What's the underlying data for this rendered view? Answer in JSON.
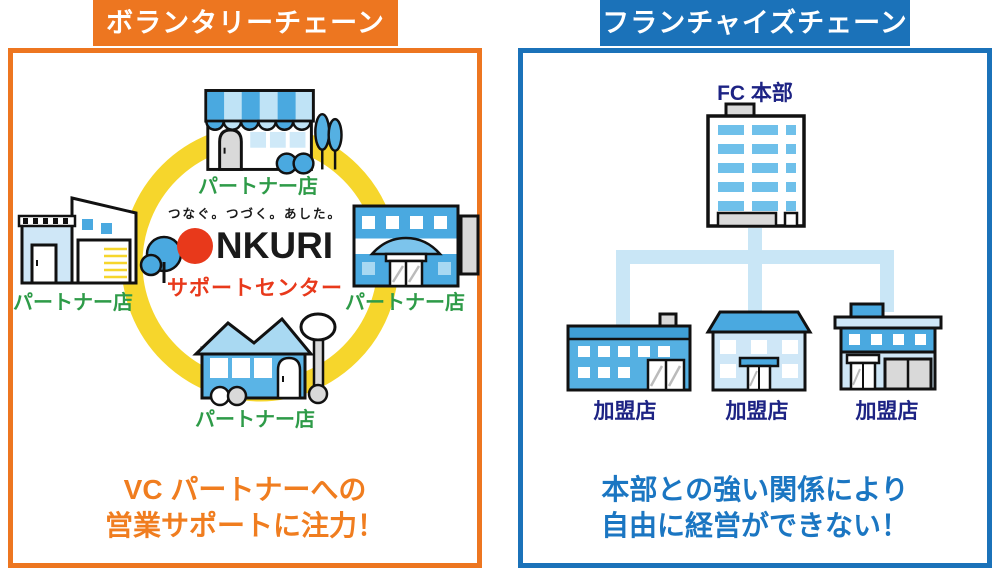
{
  "left_panel": {
    "title": "ボランタリーチェーン",
    "stores": [
      {
        "position": "top",
        "label": "パートナー店"
      },
      {
        "position": "left",
        "label": "パートナー店"
      },
      {
        "position": "right",
        "label": "パートナー店"
      },
      {
        "position": "bottom",
        "label": "パートナー店"
      }
    ],
    "center_logo": {
      "tagline": "つなぐ。つづく。あした。",
      "brand": "NKURI",
      "subtitle": "サポートセンター"
    },
    "footer": {
      "line1": "VC パートナーへの",
      "line2": "営業サポートに注力！"
    }
  },
  "right_panel": {
    "title": "フランチャイズチェーン",
    "hq_label": "FC 本部",
    "stores": [
      {
        "label": "加盟店"
      },
      {
        "label": "加盟店"
      },
      {
        "label": "加盟店"
      }
    ],
    "footer": {
      "line1": "本部との強い関係により",
      "line2": "自由に経営ができない！"
    }
  },
  "colors": {
    "orange": "#ed7620",
    "orange_text": "#f07d1f",
    "blue": "#1b72b9",
    "blue_text": "#1b76c2",
    "yellow_ring": "#f6d62c",
    "green_label": "#2e9b48",
    "navy_label": "#1d2384",
    "logo_red": "#e8391b",
    "connector_light_blue": "#c9e6f6",
    "store_blue": "#55b0e2",
    "store_light_blue": "#cfe7f7"
  }
}
